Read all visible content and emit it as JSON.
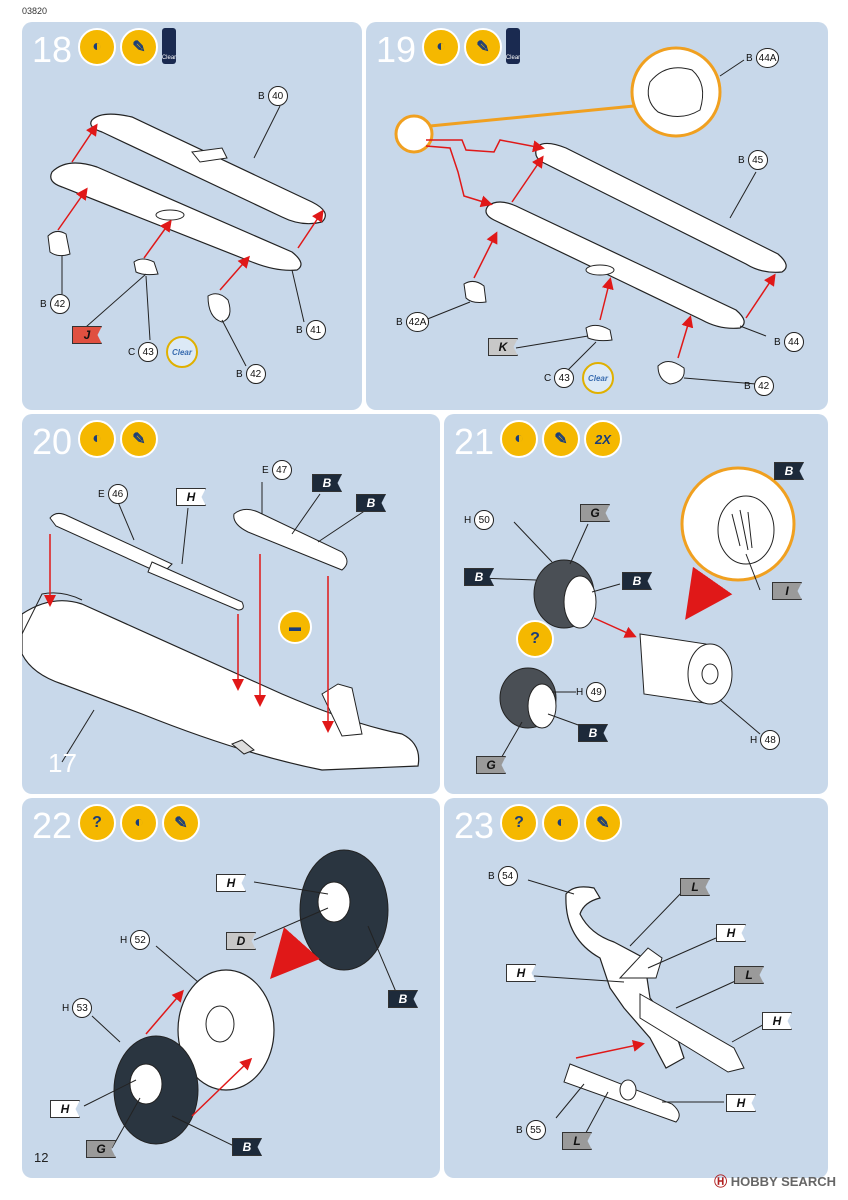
{
  "doc_code": "03820",
  "page_number": "12",
  "watermark": {
    "mark": "Ⓗ",
    "brand": "HOBBY",
    "text": "SEARCH"
  },
  "icon_names": [
    "paint-icon",
    "brush-icon",
    "question-icon",
    "glue-bottle-icon",
    "clear-icon",
    "tape-icon"
  ],
  "clear_label": "Clear",
  "bottle_label": "Clear",
  "steps": {
    "s18": {
      "num": "18",
      "labels": {
        "b40": "40",
        "b42a": "42",
        "c43": "43",
        "b42b": "42",
        "b41": "41"
      },
      "letters": {
        "b": "B",
        "c": "C"
      },
      "flag": "J"
    },
    "s19": {
      "num": "19",
      "labels": {
        "b44a": "44A",
        "b45": "45",
        "b42a": "42A",
        "c43": "43",
        "b44": "44",
        "b42": "42"
      },
      "letters": {
        "b": "B",
        "c": "C"
      },
      "flag": "K"
    },
    "s20": {
      "num": "20",
      "labels": {
        "e47": "47",
        "e46": "46"
      },
      "letters": {
        "e": "E"
      },
      "flags": {
        "h": "H",
        "b1": "B",
        "b2": "B"
      },
      "ref": "17"
    },
    "s21": {
      "num": "21",
      "mult": "2X",
      "labels": {
        "h50": "50",
        "h49": "49",
        "h48": "48"
      },
      "letters": {
        "h": "H"
      },
      "flags": {
        "b_top": "B",
        "g1": "G",
        "b1": "B",
        "b2": "B",
        "i": "I",
        "b3": "B",
        "g2": "G"
      },
      "q": "?"
    },
    "s22": {
      "num": "22",
      "labels": {
        "h52": "52",
        "h53": "53"
      },
      "letters": {
        "h": "H"
      },
      "flags": {
        "h1": "H",
        "d": "D",
        "b1": "B",
        "h2": "H",
        "g": "G",
        "b2": "B"
      },
      "q": "?"
    },
    "s23": {
      "num": "23",
      "labels": {
        "b54": "54",
        "b55": "55"
      },
      "letters": {
        "b": "B"
      },
      "flags": {
        "l1": "L",
        "h1": "H",
        "h2": "H",
        "l2": "L",
        "h3": "H",
        "h4": "H",
        "l3": "L"
      },
      "q": "?"
    }
  }
}
